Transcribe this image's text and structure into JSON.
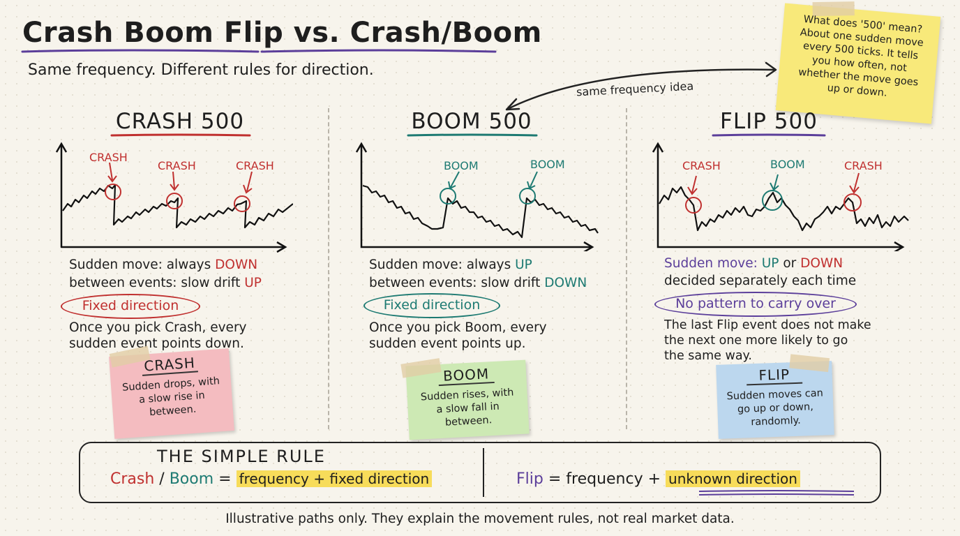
{
  "title": "Crash Boom Flip vs. Crash/Boom",
  "subtitle": "Same frequency. Different rules for direction.",
  "connector_label": "same frequency idea",
  "sticky_top": {
    "title": "What does '500' mean?",
    "lines": [
      "About one sudden move",
      "every 500 ticks. It tells",
      "you how often, not",
      "whether the move goes",
      "up or down."
    ]
  },
  "colors": {
    "crash": "#c0302f",
    "boom": "#1d7a72",
    "flip": "#5b3e9a",
    "highlight": "#f7dc5a"
  },
  "columns": {
    "crash": {
      "title": "CRASH 500",
      "event_labels": [
        "CRASH",
        "CRASH",
        "CRASH"
      ],
      "line1_prefix": "Sudden move: always ",
      "line1_value": "DOWN",
      "line2_prefix": "between events: slow drift ",
      "line2_value": "UP",
      "badge": "Fixed direction",
      "desc1": "Once you pick Crash, every",
      "desc2": "sudden event points down.",
      "note_title": "CRASH",
      "note_lines": [
        "Sudden drops, with",
        "a slow rise in",
        "between."
      ]
    },
    "boom": {
      "title": "BOOM 500",
      "event_labels": [
        "BOOM",
        "BOOM"
      ],
      "line1_prefix": "Sudden move: always ",
      "line1_value": "UP",
      "line2_prefix": "between events: slow drift ",
      "line2_value": "DOWN",
      "badge": "Fixed direction",
      "desc1": "Once you pick Boom, every",
      "desc2": "sudden event points up.",
      "note_title": "BOOM",
      "note_lines": [
        "Sudden rises, with",
        "a slow fall in",
        "between."
      ]
    },
    "flip": {
      "title": "FLIP 500",
      "event_labels": [
        "CRASH",
        "BOOM",
        "CRASH"
      ],
      "line1_prefix": "Sudden move: ",
      "line1_up": "UP",
      "line1_or": " or ",
      "line1_down": "DOWN",
      "line2": "decided separately each time",
      "badge": "No pattern to carry over",
      "desc1": "The last Flip event does not make",
      "desc2": "the next one more likely to go",
      "desc3": "the same way.",
      "note_title": "FLIP",
      "note_lines": [
        "Sudden moves can",
        "go up or down,",
        "randomly."
      ]
    }
  },
  "rule": {
    "title": "THE SIMPLE RULE",
    "crash": "Crash",
    "slash": " / ",
    "boom": "Boom",
    "eq": " = ",
    "left_highlight": "frequency + fixed direction",
    "flip": "Flip",
    "right_mid": " = frequency + ",
    "right_highlight": "unknown direction"
  },
  "footer": "Illustrative paths only. They explain the movement rules, not real market data."
}
